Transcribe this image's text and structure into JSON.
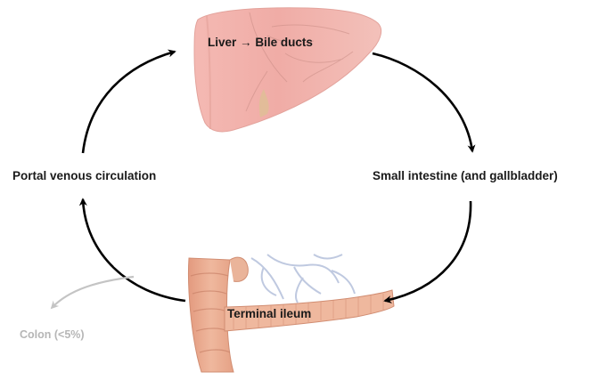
{
  "diagram": {
    "nodes": {
      "liver": {
        "text": "Liver",
        "arrow": "→",
        "text2": "Bile ducts"
      },
      "small_intestine": {
        "text": "Small intestine (and gallbladder)"
      },
      "portal": {
        "text": "Portal venous circulation"
      },
      "ileum": {
        "text": "Terminal ileum"
      },
      "colon": {
        "text": "Colon (<5%)"
      }
    },
    "colors": {
      "arrow": "#000000",
      "colon_arrow": "#c4c4c4",
      "liver_fill": "#f2b6b0",
      "intestine_fill": "#e9a58a"
    },
    "icons": {
      "liver": "liver-illustration",
      "ileum": "terminal-ileum-illustration"
    }
  }
}
